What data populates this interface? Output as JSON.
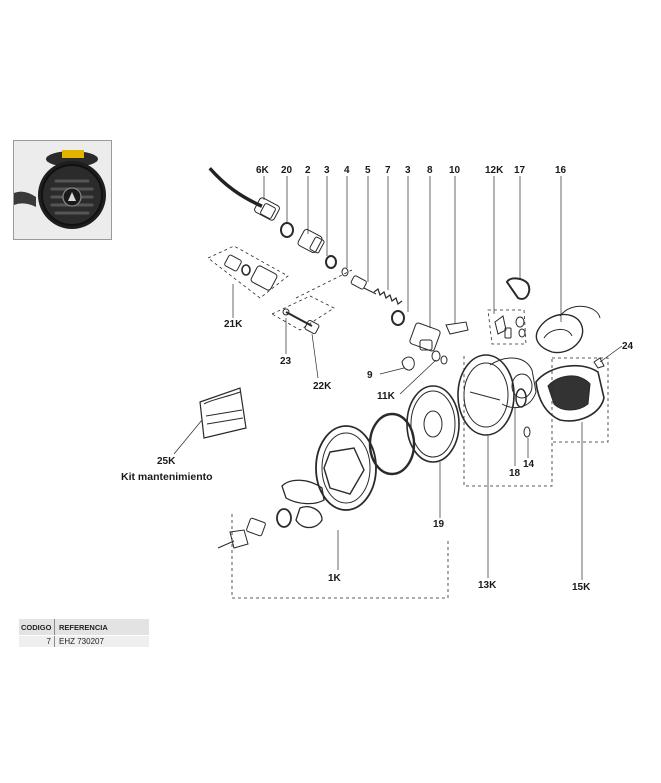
{
  "callouts": {
    "c6k": "6K",
    "c20": "20",
    "c2": "2",
    "c3a": "3",
    "c4": "4",
    "c5": "5",
    "c7": "7",
    "c3b": "3",
    "c8": "8",
    "c10": "10",
    "c12k": "12K",
    "c17": "17",
    "c16": "16",
    "c24": "24",
    "c21k": "21K",
    "c23": "23",
    "c22k": "22K",
    "c9": "9",
    "c11k": "11K",
    "c25k": "25K",
    "c19": "19",
    "c18": "18",
    "c14": "14",
    "c1k": "1K",
    "c13k": "13K",
    "c15k": "15K"
  },
  "kit_label": "Kit mantenimiento",
  "table": {
    "headers": [
      "CODIGO",
      "REFERENCIA"
    ],
    "rows": [
      {
        "codigo": "7",
        "referencia": "EHZ 730207"
      }
    ]
  }
}
